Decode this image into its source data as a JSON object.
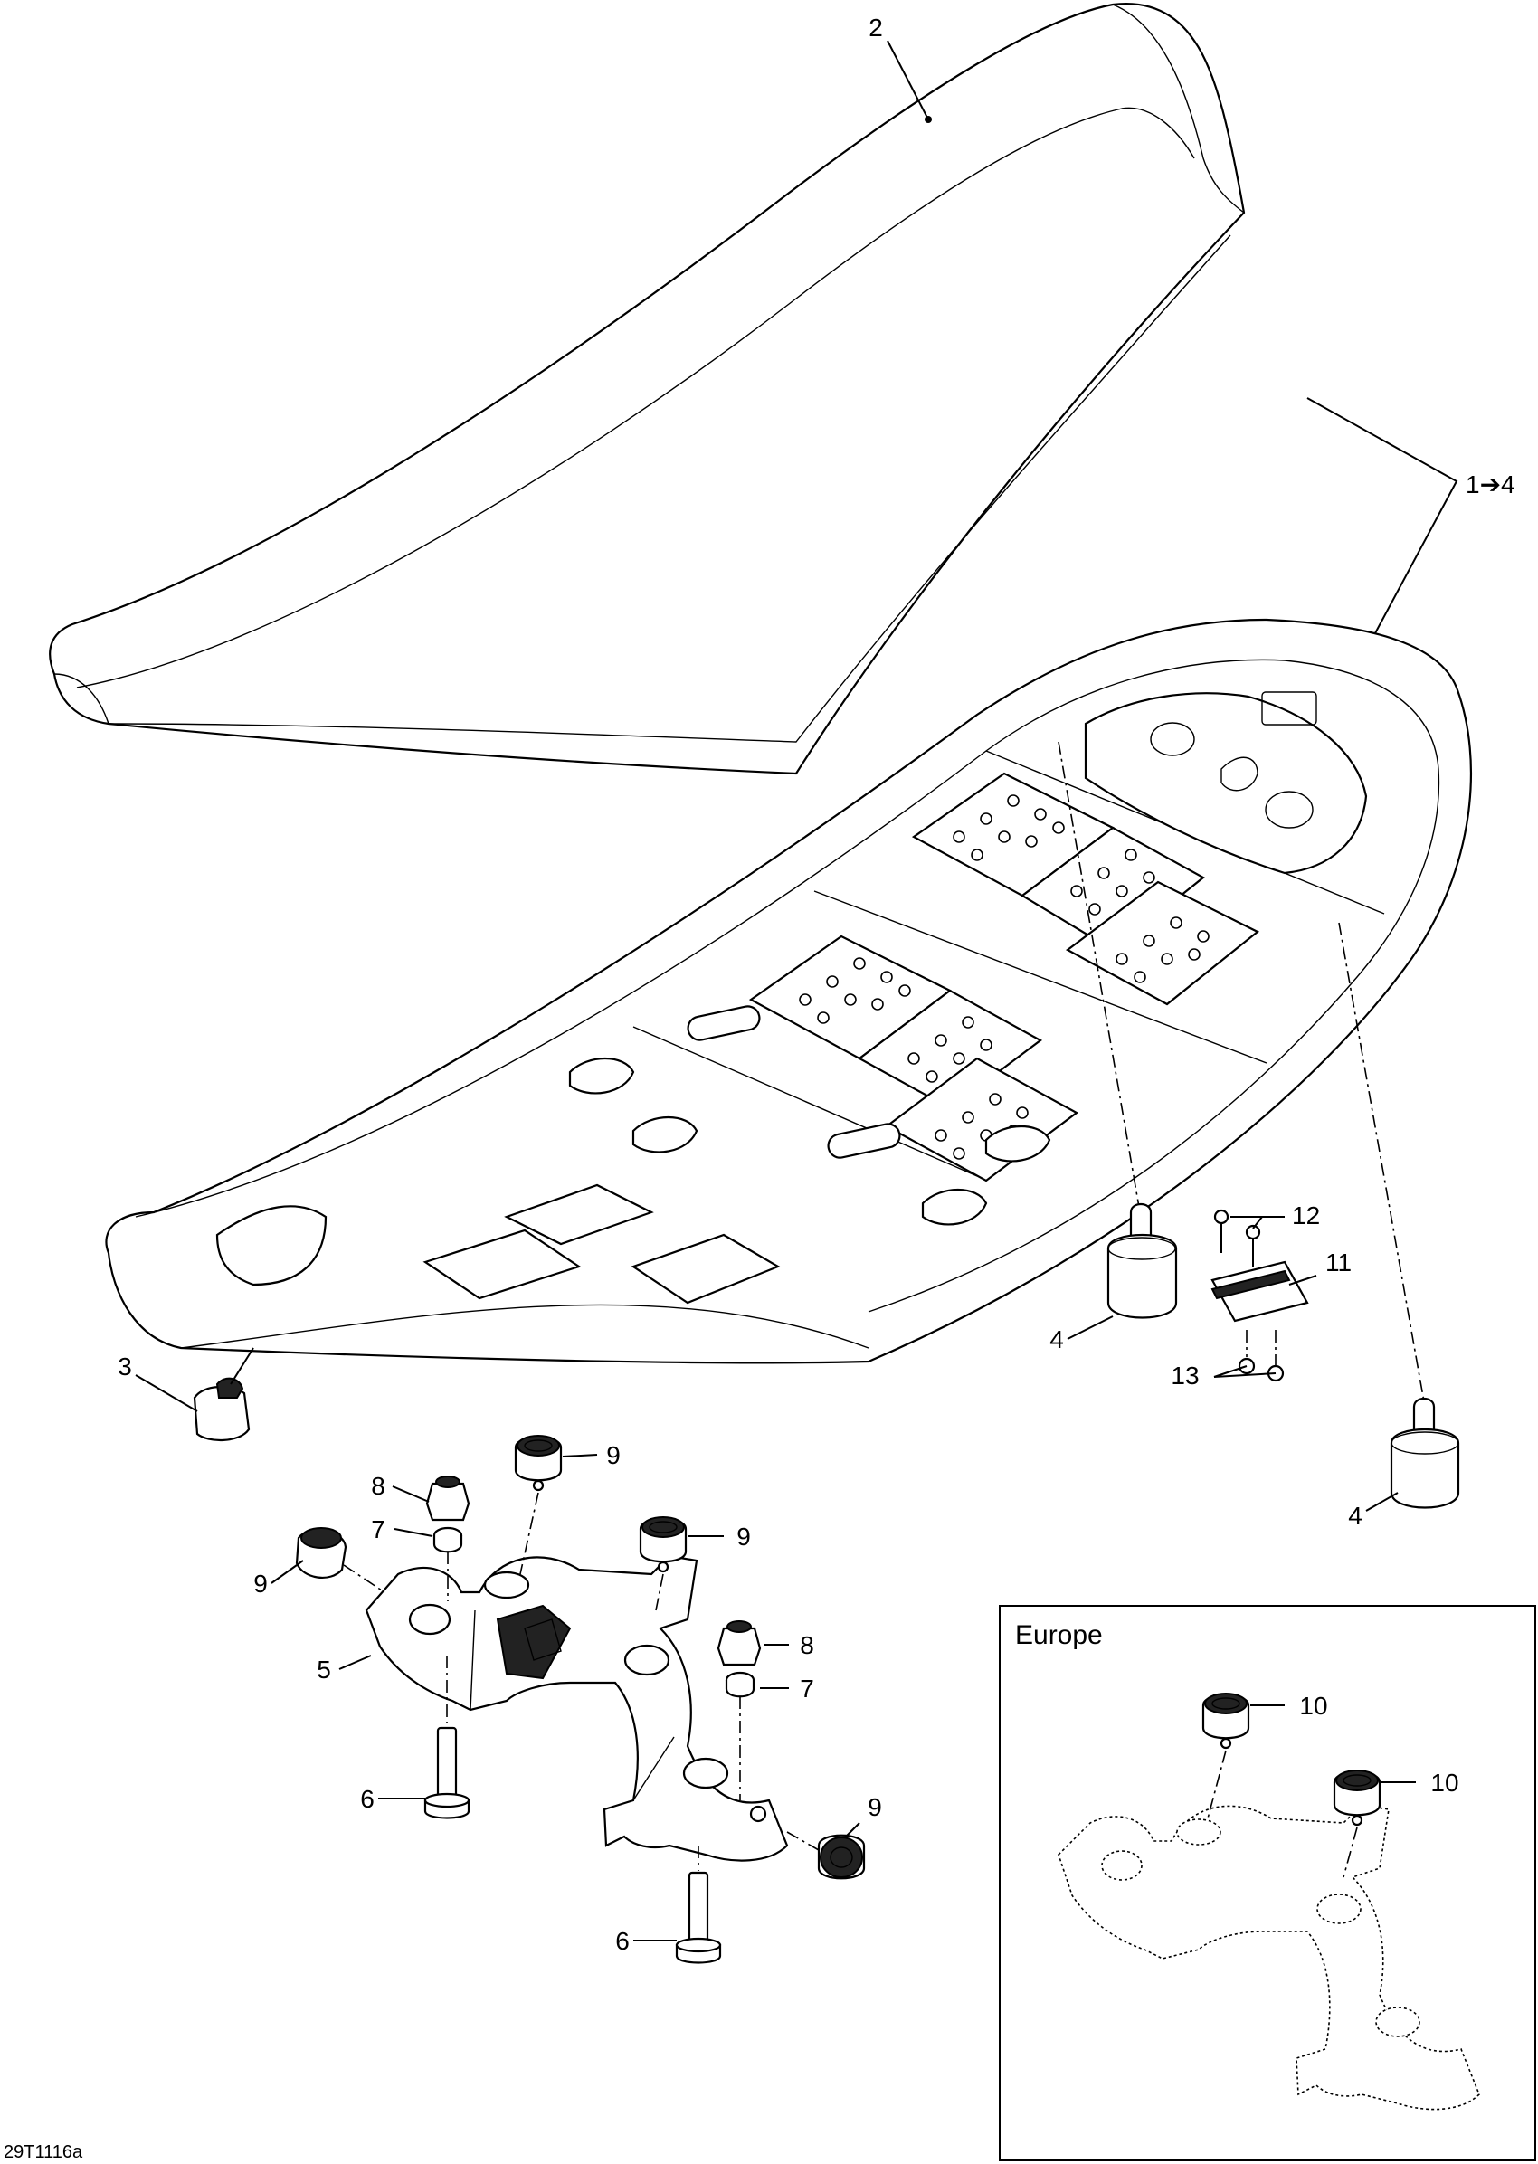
{
  "figure_code": "29T1116a",
  "inset_label": "Europe",
  "callouts": {
    "c2": "2",
    "c1to4": "1➔4",
    "c3": "3",
    "c4a": "4",
    "c4b": "4",
    "c5": "5",
    "c6a": "6",
    "c6b": "6",
    "c7a": "7",
    "c7b": "7",
    "c8a": "8",
    "c8b": "8",
    "c9a": "9",
    "c9b": "9",
    "c9c": "9",
    "c9d": "9",
    "c10a": "10",
    "c10b": "10",
    "c11": "11",
    "c12": "12",
    "c13": "13"
  }
}
